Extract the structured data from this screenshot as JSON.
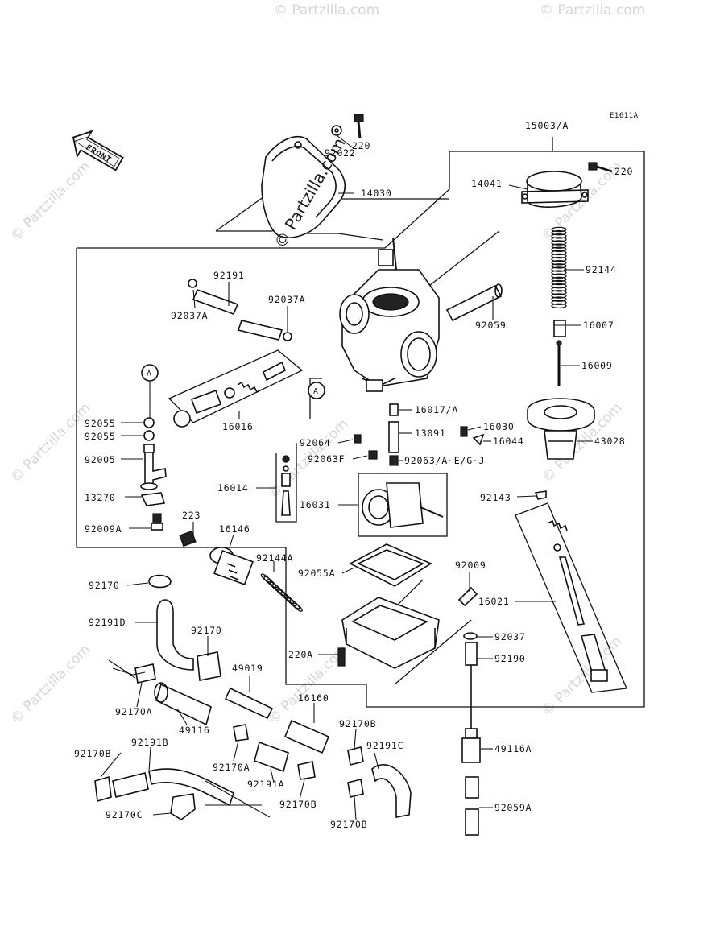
{
  "diagram": {
    "ref_code": "E1611A",
    "front_label": "FRONT",
    "watermark_main": "© Partzilla.com",
    "watermark_repeat": "© Partzilla.com",
    "callout_letter": "A"
  },
  "labels": {
    "p15003A": "15003/A",
    "p220_top": "220",
    "p220_right": "220",
    "p92022": "92022",
    "p14030": "14030",
    "p14041": "14041",
    "p92144": "92144",
    "p16007": "16007",
    "p16009": "16009",
    "p43028": "43028",
    "p92191": "92191",
    "p92037A_left": "92037A",
    "p92037A_right": "92037A",
    "p92059": "92059",
    "p16016": "16016",
    "p92055_a": "92055",
    "p92055_b": "92055",
    "p92005": "92005",
    "p13270": "13270",
    "p92009A": "92009A",
    "p16017A": "16017/A",
    "p13091": "13091",
    "p16030": "16030",
    "p16044": "16044",
    "p92064": "92064",
    "p92063F": "92063F",
    "p92063AEGJ": "92063/A~E/G~J",
    "p16014": "16014",
    "p16031": "16031",
    "p92143": "92143",
    "p223": "223",
    "p16146": "16146",
    "p92144A": "92144A",
    "p92055A": "92055A",
    "p92009": "92009",
    "p16021": "16021",
    "p92170_a": "92170",
    "p92191D": "92191D",
    "p92170_b": "92170",
    "p220A": "220A",
    "p92037": "92037",
    "p92190": "92190",
    "p49019": "49019",
    "p16160": "16160",
    "p92170A_a": "92170A",
    "p49116": "49116",
    "p92170B_a": "92170B",
    "p92191C": "92191C",
    "p92170A_b": "92170A",
    "p49116A": "49116A",
    "p92170B_b": "92170B",
    "p92191B": "92191B",
    "p92191A": "92191A",
    "p92170B_c": "92170B",
    "p92170B_d": "92170B",
    "p92059A": "92059A",
    "p92170C": "92170C"
  }
}
